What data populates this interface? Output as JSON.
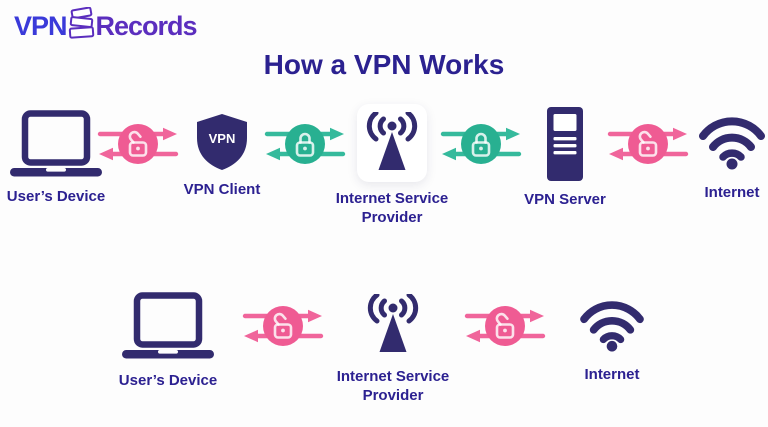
{
  "logo": {
    "part1": "VPN",
    "part2": "Records",
    "icon": "book-stack-icon"
  },
  "title": "How a VPN Works",
  "colors": {
    "icon_navy": "#322b6e",
    "text_navy": "#2c2191",
    "pink": "#ef5b93",
    "teal": "#28b091",
    "logo_blue": "#3a3ad9",
    "logo_purple": "#5b2ebe",
    "background": "#fdfdfd"
  },
  "top_row": {
    "nodes": [
      {
        "icon": "laptop-icon",
        "label": "User’s Device"
      },
      {
        "icon": "lock-open-connector-icon",
        "color": "pink"
      },
      {
        "icon": "vpn-shield-icon",
        "shield_text": "VPN",
        "label": "VPN Client"
      },
      {
        "icon": "lock-closed-connector-icon",
        "color": "teal"
      },
      {
        "icon": "antenna-icon",
        "label": "Internet Service Provider"
      },
      {
        "icon": "lock-closed-connector-icon",
        "color": "teal"
      },
      {
        "icon": "server-icon",
        "label": "VPN Server"
      },
      {
        "icon": "lock-open-connector-icon",
        "color": "pink"
      },
      {
        "icon": "wifi-icon",
        "label": "Internet"
      }
    ]
  },
  "bottom_row": {
    "nodes": [
      {
        "icon": "laptop-icon",
        "label": "User’s Device"
      },
      {
        "icon": "lock-open-connector-icon",
        "color": "pink"
      },
      {
        "icon": "antenna-icon",
        "label": "Internet Service Provider"
      },
      {
        "icon": "lock-open-connector-icon",
        "color": "pink"
      },
      {
        "icon": "wifi-icon",
        "label": "Internet"
      }
    ]
  }
}
